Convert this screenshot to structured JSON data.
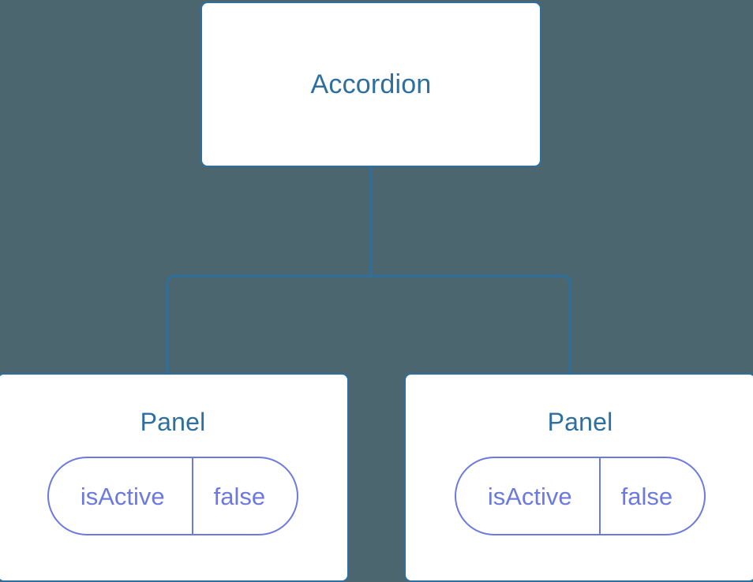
{
  "canvas": {
    "background_color": "#4c6670",
    "accent_color": "#2e6f9e",
    "state_color": "#6c7ae0"
  },
  "diagram": {
    "type": "component-tree",
    "root": {
      "title": "Accordion"
    },
    "children": [
      {
        "title": "Panel",
        "state": {
          "key": "isActive",
          "value": "false"
        }
      },
      {
        "title": "Panel",
        "state": {
          "key": "isActive",
          "value": "false"
        }
      }
    ]
  }
}
